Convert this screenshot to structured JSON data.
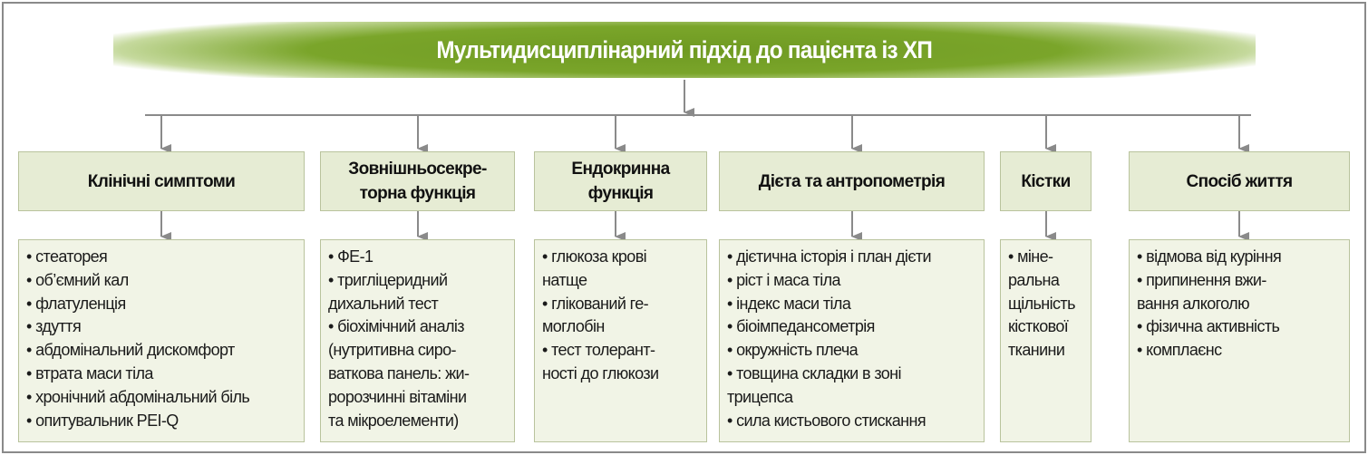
{
  "title": "Мультидисциплінарний підхід до пацієнта із ХП",
  "colors": {
    "title_bg": "#7aa52a",
    "box_header": "#e6ecd4",
    "box_list": "#f1f4e6",
    "connector": "#8a8a8a"
  },
  "columns": [
    {
      "header": [
        "Клінічні симптоми"
      ],
      "lines": [
        "• стеаторея",
        "• об’ємний кал",
        "• флатуленція",
        "• здуття",
        "• абдомінальний дискомфорт",
        "• втрата маси тіла",
        "• хронічний абдомінальний біль",
        "• опитувальник PEI-Q"
      ]
    },
    {
      "header": [
        "Зовнішньосекре-",
        "торна функція"
      ],
      "lines": [
        "• ФЕ-1",
        "• тригліцеридний",
        "дихальний тест",
        "• біохімічний аналіз",
        "(нутритивна сиро-",
        "ваткова панель: жи-",
        "ророзчинні вітаміни",
        "та мікроелементи)"
      ]
    },
    {
      "header": [
        "Ендокринна",
        "функція"
      ],
      "lines": [
        "• глюкоза крові",
        "натще",
        "• глікований ге-",
        "моглобін",
        "• тест толерант-",
        "ності до глюкози"
      ]
    },
    {
      "header": [
        "Дієта та антропометрія"
      ],
      "lines": [
        "• дієтична історія і план дієти",
        "• ріст і маса тіла",
        "• індекс маси тіла",
        "• біоімпедансометрія",
        "• окружність плеча",
        "• товщина складки в зоні",
        "трицепса",
        "• сила кистьового стискання"
      ]
    },
    {
      "header": [
        "Кістки"
      ],
      "lines": [
        "• міне-",
        "ральна",
        "щільність",
        "кісткової",
        "тканини"
      ]
    },
    {
      "header": [
        "Спосіб життя"
      ],
      "lines": [
        "• відмова від куріння",
        "• припинення вжи-",
        "вання алкоголю",
        "• фізична активність",
        "• комплаєнс"
      ]
    }
  ]
}
